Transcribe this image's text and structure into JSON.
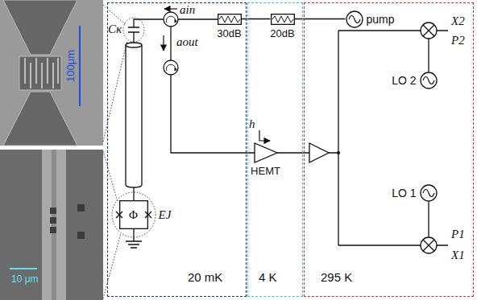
{
  "diagram": {
    "nodes": [
      {
        "text": [
          "20 mK"
        ]
      },
      {
        "text": [
          "4 K"
        ]
      },
      {
        "text": [
          "295 K"
        ]
      },
      {
        "text": [
          "30dB"
        ],
        "in": 0
      },
      {
        "text": [
          "20dB"
        ],
        "in": 1
      },
      {
        "text": [
          "pump"
        ],
        "in": 2
      },
      {
        "text": [
          "HEMT"
        ],
        "in": 1
      },
      {
        "text": [
          "LO 2"
        ],
        "in": 2
      },
      {
        "text": [
          "LO 1"
        ],
        "in": 2
      },
      {
        "text": [
          "Φ",
          "EJ"
        ],
        "in": 0
      }
    ],
    "edges": [
      {
        "from": 3,
        "to": 4,
        "arrow": "none"
      },
      {
        "from": 4,
        "to": 5,
        "arrow": "none"
      }
    ],
    "labels": [
      "Cκ",
      "ain",
      "aout",
      "h",
      "X2",
      "P2",
      "P1",
      "X1",
      "100μm",
      "10 μm"
    ]
  }
}
